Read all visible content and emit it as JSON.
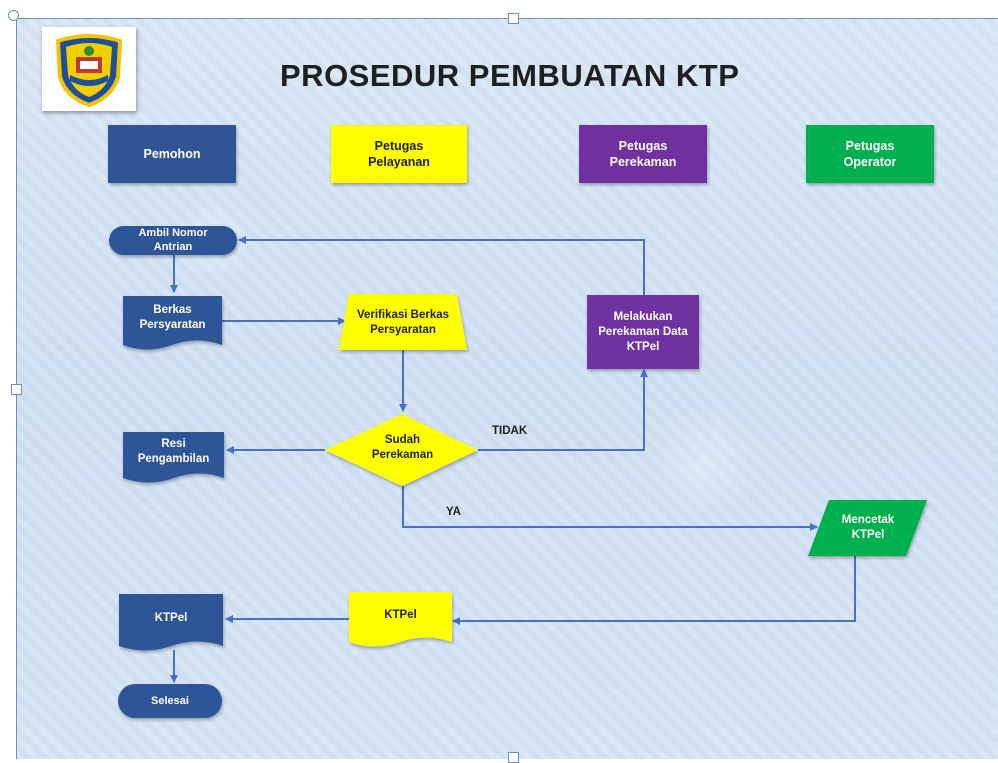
{
  "title": "PROSEDUR PEMBUATAN KTP",
  "colors": {
    "blue": "#2f5597",
    "yellow": "#ffff00",
    "purple": "#7030a0",
    "green": "#00b050",
    "connector": "#4472c4"
  },
  "logo": {
    "icon": "regional-emblem-icon"
  },
  "lanes": {
    "pemohon": "Pemohon",
    "pelayanan": "Petugas\nPelayanan",
    "perekaman": "Petugas\nPerekaman",
    "operator": "Petugas\nOperator"
  },
  "nodes": {
    "ambil": "Ambil Nomor\nAntrian",
    "berkas": "Berkas\nPersyaratan",
    "verifikasi": "Verifikasi Berkas\nPersyaratan",
    "melakukan": "Melakukan\nPerekaman Data\nKTPel",
    "sudah": "Sudah\nPerekaman",
    "resi": "Resi\nPengambilan",
    "mencetak": "Mencetak\nKTPel",
    "ktpel_pelayanan": "KTPel",
    "ktpel_pemohon": "KTPel",
    "selesai": "Selesai"
  },
  "edge_labels": {
    "tidak": "TIDAK",
    "ya": "YA"
  }
}
